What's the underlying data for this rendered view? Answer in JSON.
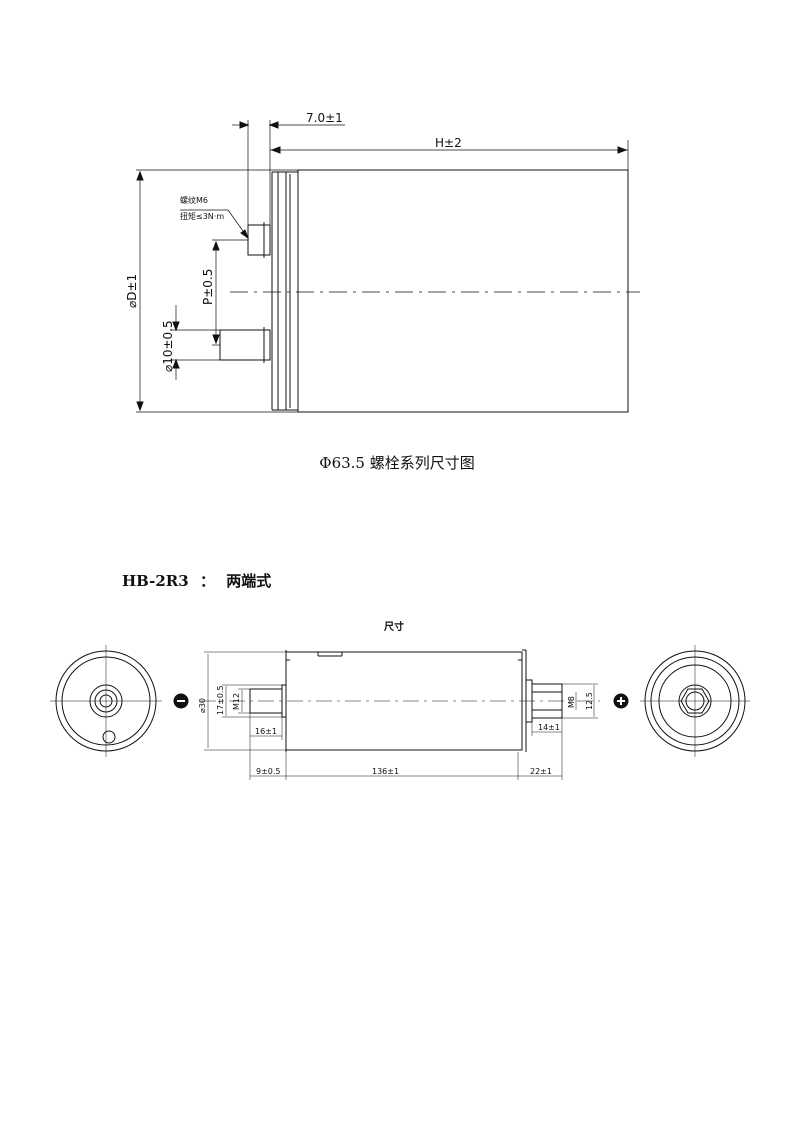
{
  "figure1": {
    "dim_top_small": "7.0±1",
    "dim_top_height": "H±2",
    "dim_left_diameter": "⌀D±1",
    "dim_pitch": "P±0.5",
    "dim_terminal_diameter": "⌀10±0.5",
    "note_thread": "螺纹M6",
    "note_torque": "扭矩≤3N·m",
    "caption": "Φ63.5 螺栓系列尺寸图"
  },
  "section": {
    "model": "HB-2R3",
    "separator": "：",
    "type": "两端式"
  },
  "figure2": {
    "title": "尺寸",
    "dim_body_diameter": "⌀30",
    "dim_left_boss_diameter": "17±0.5",
    "dim_left_thread": "M12",
    "dim_left_boss_length": "16±1",
    "dim_left_offset": "9±0.5",
    "dim_body_length": "136±1",
    "dim_right_offset": "22±1",
    "dim_right_boss_length": "14±1",
    "dim_right_thread": "M8",
    "dim_right_hex": "12.5",
    "polarity_negative": "−",
    "polarity_positive": "+"
  }
}
